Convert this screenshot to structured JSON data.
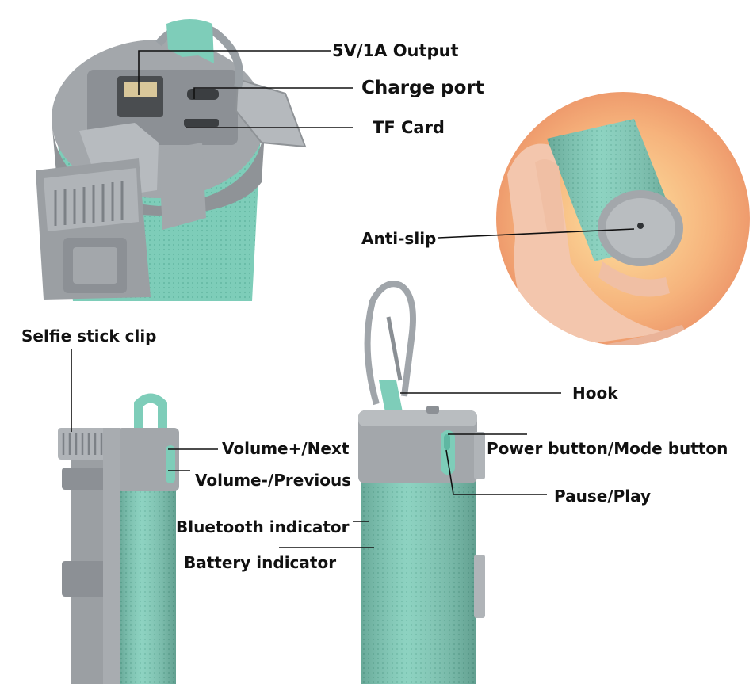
{
  "labels": {
    "output": "5V/1A Output",
    "charge": "Charge port",
    "tf": "TF Card",
    "antislip": "Anti-slip",
    "selfie": "Selfie stick clip",
    "hook": "Hook",
    "volplus": "Volume+/Next",
    "volminus": "Volume-/Previous",
    "power": "Power button/Mode button",
    "pause": "Pause/Play",
    "bluetooth": "Bluetooth indicator",
    "battery": "Battery indicator"
  },
  "colors": {
    "teal": "#7ecdb9",
    "teal_dark": "#5fb7a2",
    "grey": "#a3a7ab",
    "grey_dark": "#7c8186",
    "grey_light": "#c4c8cb",
    "warm": "#f2a27a"
  }
}
